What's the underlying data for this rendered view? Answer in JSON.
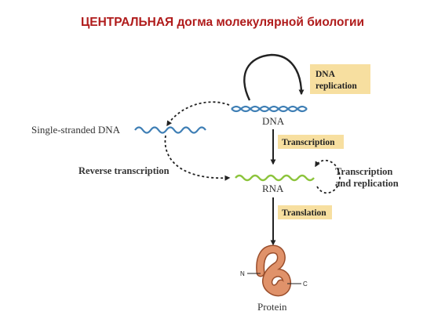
{
  "title": "ЦЕНТРАЛЬНАЯ догма молекулярной биологии",
  "diagram": {
    "nodes": {
      "dna": "DNA",
      "rna": "RNA",
      "protein": "Protein",
      "ssdna": "Single-stranded DNA"
    },
    "processes": {
      "dna_replication": [
        "DNA",
        "replication"
      ],
      "transcription": "Transcription",
      "translation": "Translation",
      "reverse_transcription": "Reverse transcription",
      "rna_replication": [
        "Transcription",
        "and replication"
      ]
    },
    "protein_ends": {
      "n": "N",
      "c": "C"
    }
  },
  "colors": {
    "title": "#b01c1c",
    "dna": "#3f7fb5",
    "rna": "#8cc43c",
    "protein": "#e0926a",
    "process_box": "#f7dfa0",
    "arrow": "#222222"
  }
}
